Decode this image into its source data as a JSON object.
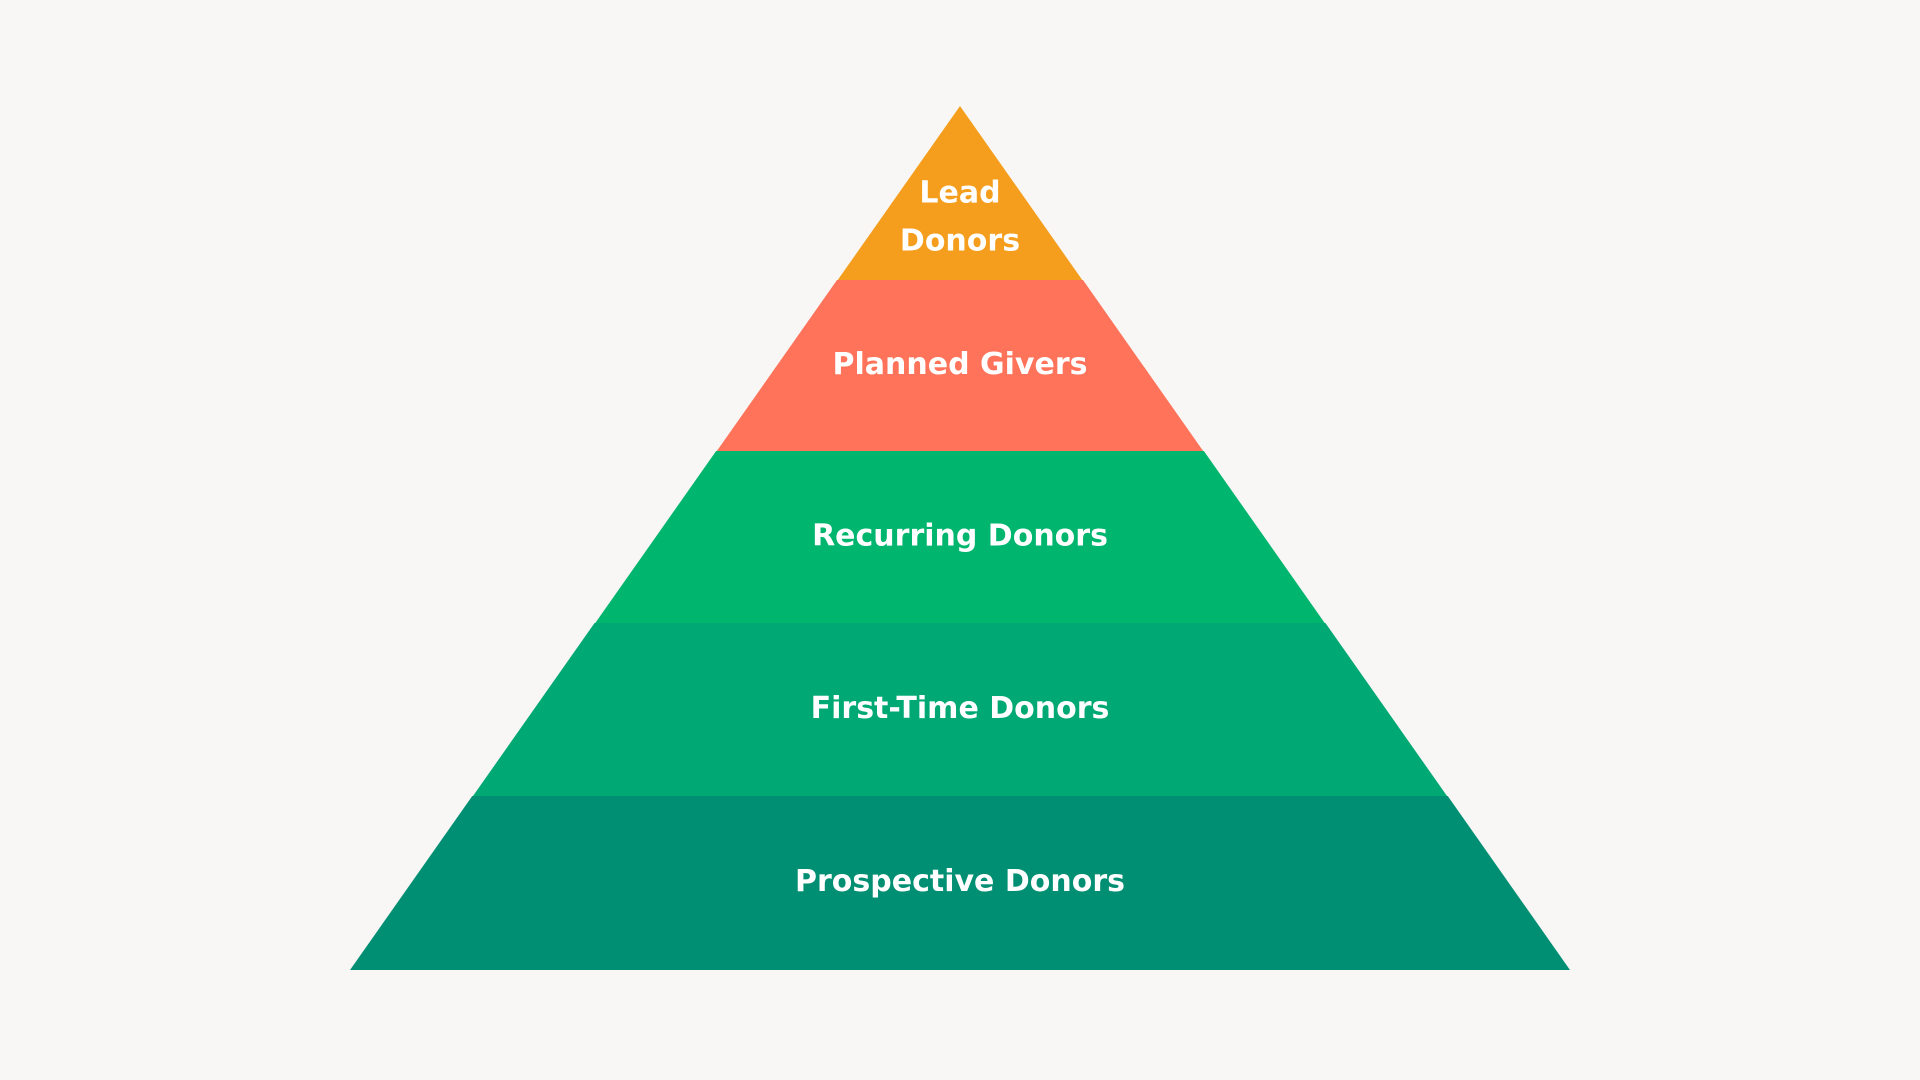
{
  "pyramid": {
    "background": "#f8f7f5",
    "tiers": [
      {
        "label_lines": [
          "Lead",
          "Donors"
        ],
        "color": "#f59e1e"
      },
      {
        "label_lines": [
          "Planned Givers"
        ],
        "color": "#ff735a"
      },
      {
        "label_lines": [
          "Recurring Donors"
        ],
        "color": "#00b56e"
      },
      {
        "label_lines": [
          "First-Time Donors"
        ],
        "color": "#00a874"
      },
      {
        "label_lines": [
          "Prospective Donors"
        ],
        "color": "#008f72"
      }
    ]
  }
}
